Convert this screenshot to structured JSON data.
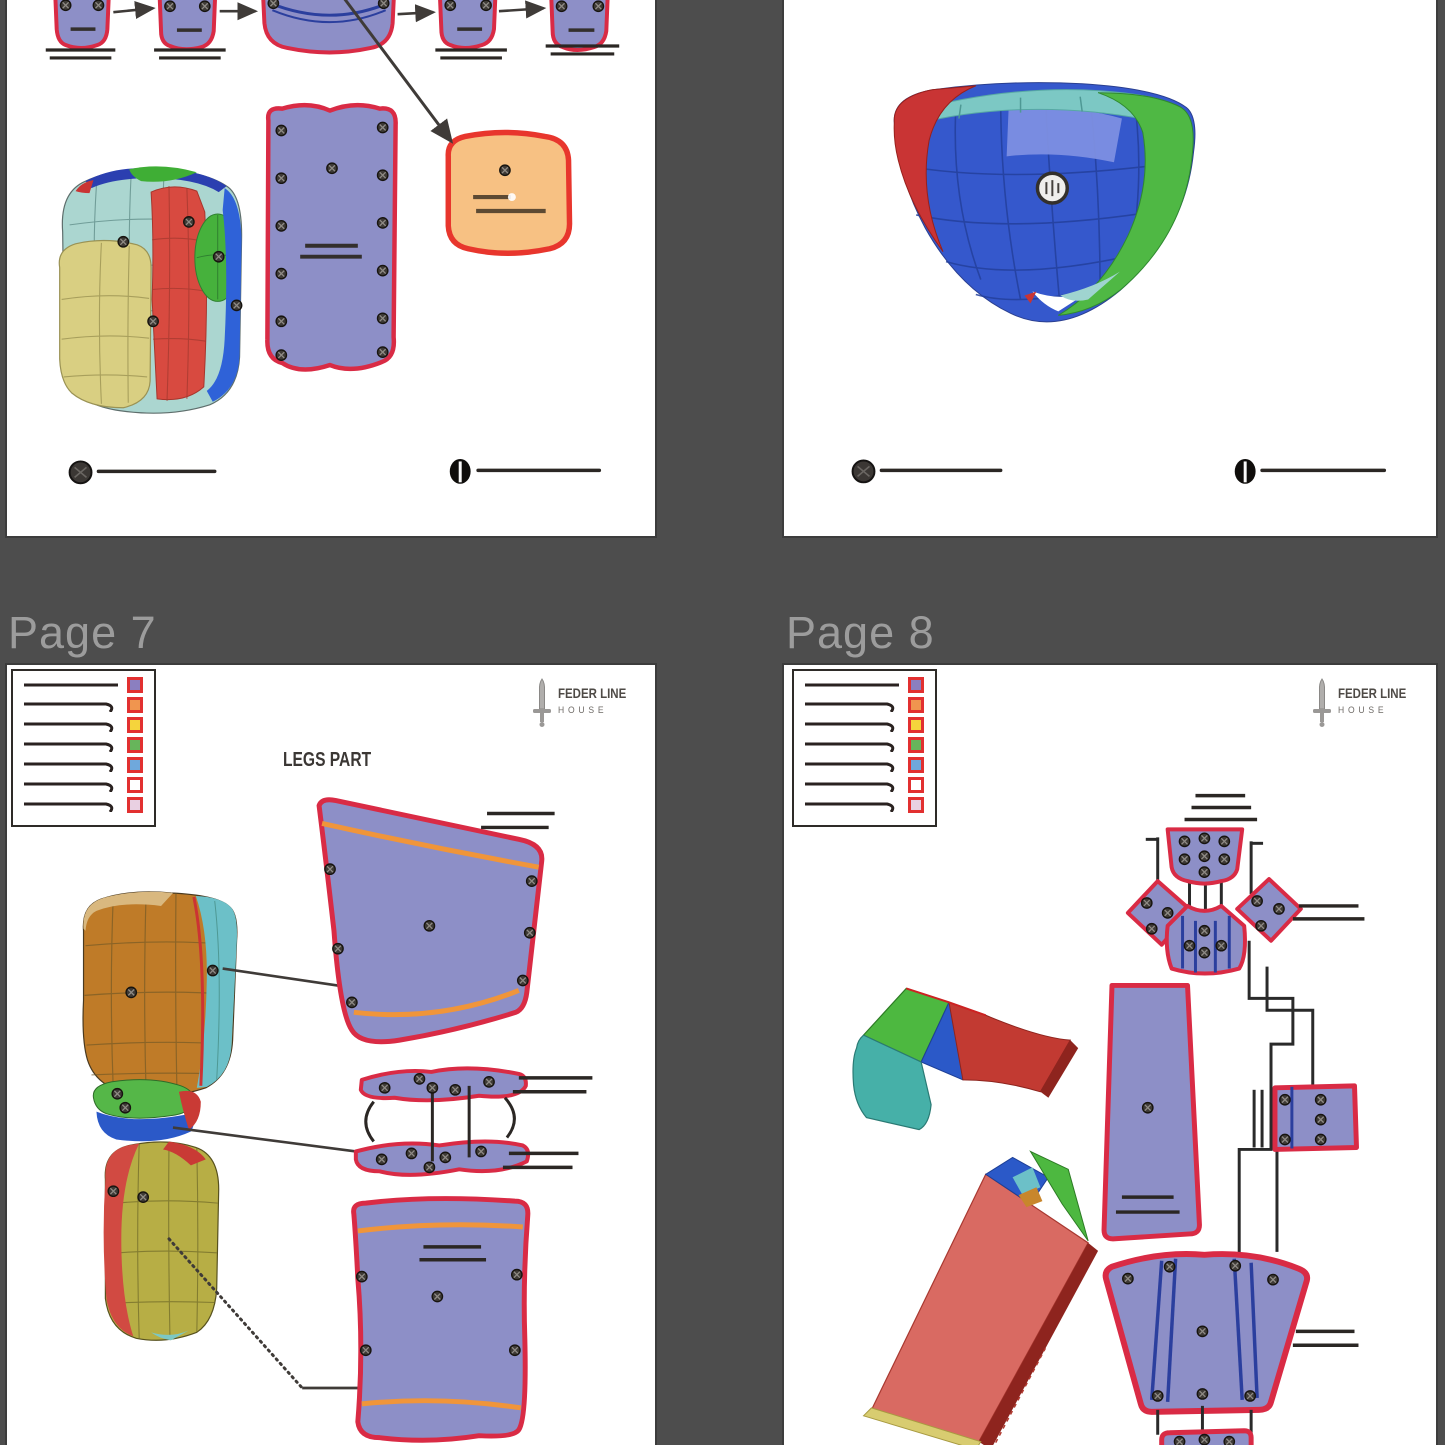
{
  "background_color": "#4d4d4d",
  "page_label_color": "#9c9c9c",
  "labels": {
    "page7": "Page 7",
    "page8": "Page 8"
  },
  "page7": {
    "title": "LEGS PART",
    "logo": {
      "line1": "FEDER LINE",
      "line2": "HOUSE"
    }
  },
  "page8": {
    "logo": {
      "line1": "FEDER LINE",
      "line2": "HOUSE"
    }
  },
  "legend": {
    "rows": 7,
    "swatch_border": "#e23030",
    "swatches": [
      "#8b7fc0",
      "#f0954f",
      "#f5d43c",
      "#67b55b",
      "#6fa8dc",
      "#ffffff",
      "#e9d0e2"
    ]
  },
  "palette": {
    "page_background": "#ffffff",
    "piece_fill": "#8d8fc7",
    "piece_outline": "#d92b45",
    "orange_piece_fill": "#f7c183",
    "orange_piece_outline": "#e8362d",
    "fold_stripe_orange": "#f0953a",
    "fold_line_blue": "#2b3f9e",
    "leader_line": "#3f3b38",
    "model_red": "#d84a40",
    "model_blue": "#3558cc",
    "model_green": "#4fb844",
    "model_cyan": "#7cc8c4",
    "model_khaki": "#d9cf82",
    "model_brown": "#bf7b28",
    "model_olive": "#b7ae45"
  }
}
